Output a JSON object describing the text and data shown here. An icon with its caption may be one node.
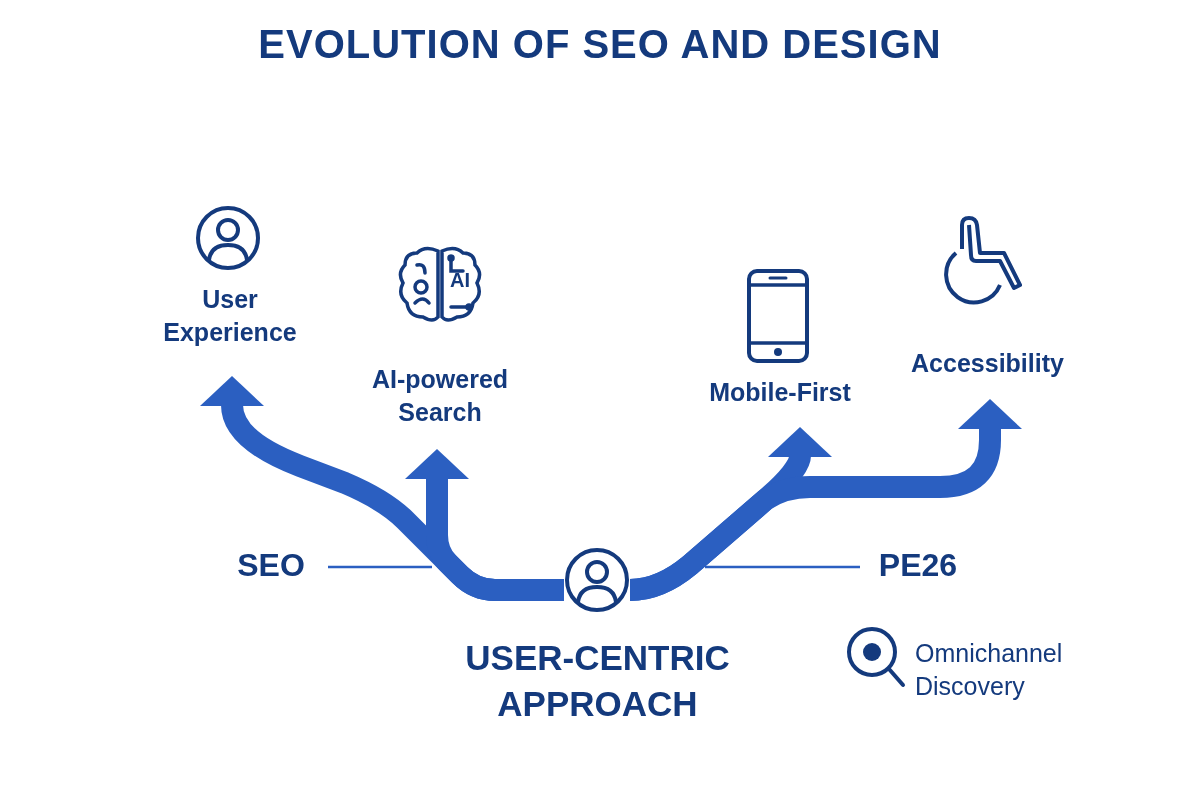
{
  "diagram": {
    "title": "EVOLUTION OF SEO AND DESIGN",
    "nodes": [
      {
        "text": [
          "User Experience"
        ]
      },
      {
        "text": [
          "AI-powered Search"
        ]
      },
      {
        "text": [
          "Mobile-First"
        ]
      },
      {
        "text": [
          "Accessibility"
        ]
      },
      {
        "text": [
          "USER-CENTRIC APPROACH"
        ]
      },
      {
        "text": [
          "SEO"
        ]
      },
      {
        "text": [
          "PE26"
        ]
      }
    ],
    "edges": [
      {
        "from": 4,
        "to": 0,
        "arrow": "to"
      },
      {
        "from": 4,
        "to": 1,
        "arrow": "to"
      },
      {
        "from": 4,
        "to": 2,
        "arrow": "to"
      },
      {
        "from": 4,
        "to": 3,
        "arrow": "to"
      },
      {
        "from": 5,
        "to": null,
        "arrow": "none"
      },
      {
        "from": 6,
        "to": null,
        "arrow": "none"
      }
    ],
    "labels": [
      "AI",
      "Omnichannel Discovery"
    ]
  }
}
